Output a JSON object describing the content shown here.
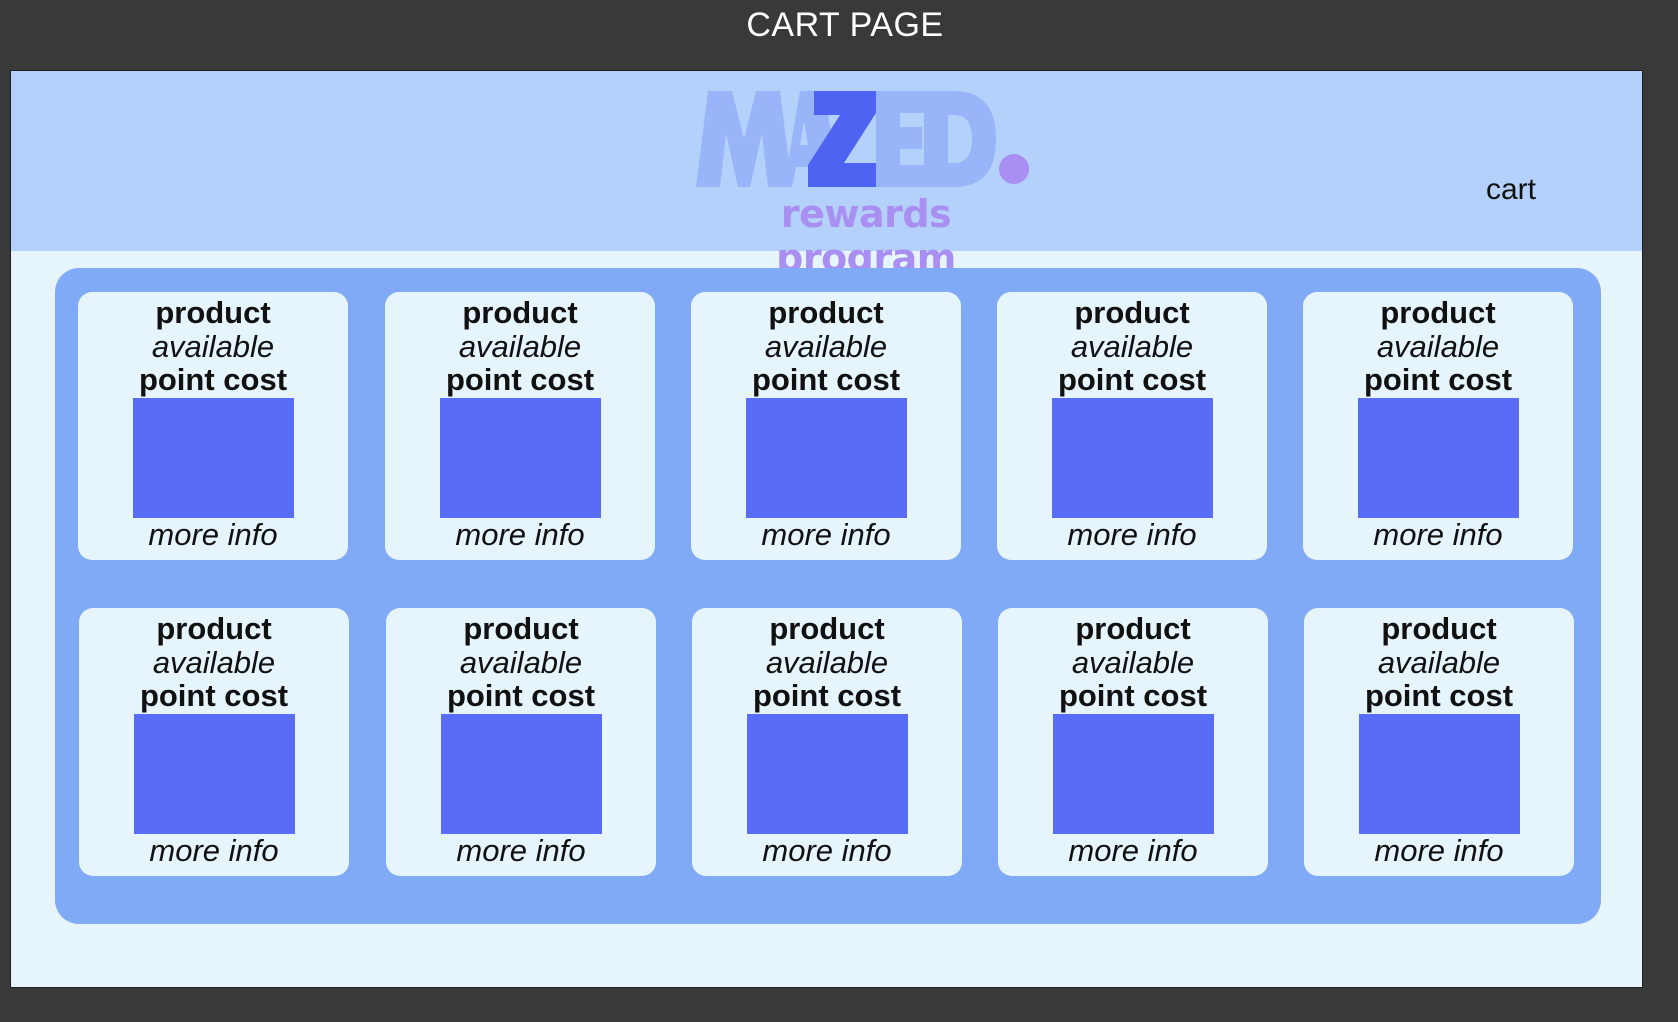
{
  "canvas": {
    "title": "CART PAGE"
  },
  "header": {
    "logo": {
      "text": "MAZED",
      "tagline": "rewards program"
    },
    "cart_label": "cart"
  },
  "colors": {
    "header_bg": "#b3d1fa",
    "page_bg": "#e6f4fc",
    "catalog_bg": "#80a9f6",
    "thumbnail": "#586cf5",
    "logo_light": "#97b5f8",
    "logo_accent": "#4f63f2",
    "tagline": "#a98ff2"
  },
  "products": [
    {
      "name": "product",
      "availability": "available",
      "cost": "point cost",
      "more": "more info"
    },
    {
      "name": "product",
      "availability": "available",
      "cost": "point cost",
      "more": "more info"
    },
    {
      "name": "product",
      "availability": "available",
      "cost": "point cost",
      "more": "more info"
    },
    {
      "name": "product",
      "availability": "available",
      "cost": "point cost",
      "more": "more info"
    },
    {
      "name": "product",
      "availability": "available",
      "cost": "point cost",
      "more": "more info"
    },
    {
      "name": "product",
      "availability": "available",
      "cost": "point cost",
      "more": "more info"
    },
    {
      "name": "product",
      "availability": "available",
      "cost": "point cost",
      "more": "more info"
    },
    {
      "name": "product",
      "availability": "available",
      "cost": "point cost",
      "more": "more info"
    },
    {
      "name": "product",
      "availability": "available",
      "cost": "point cost",
      "more": "more info"
    },
    {
      "name": "product",
      "availability": "available",
      "cost": "point cost",
      "more": "more info"
    }
  ]
}
